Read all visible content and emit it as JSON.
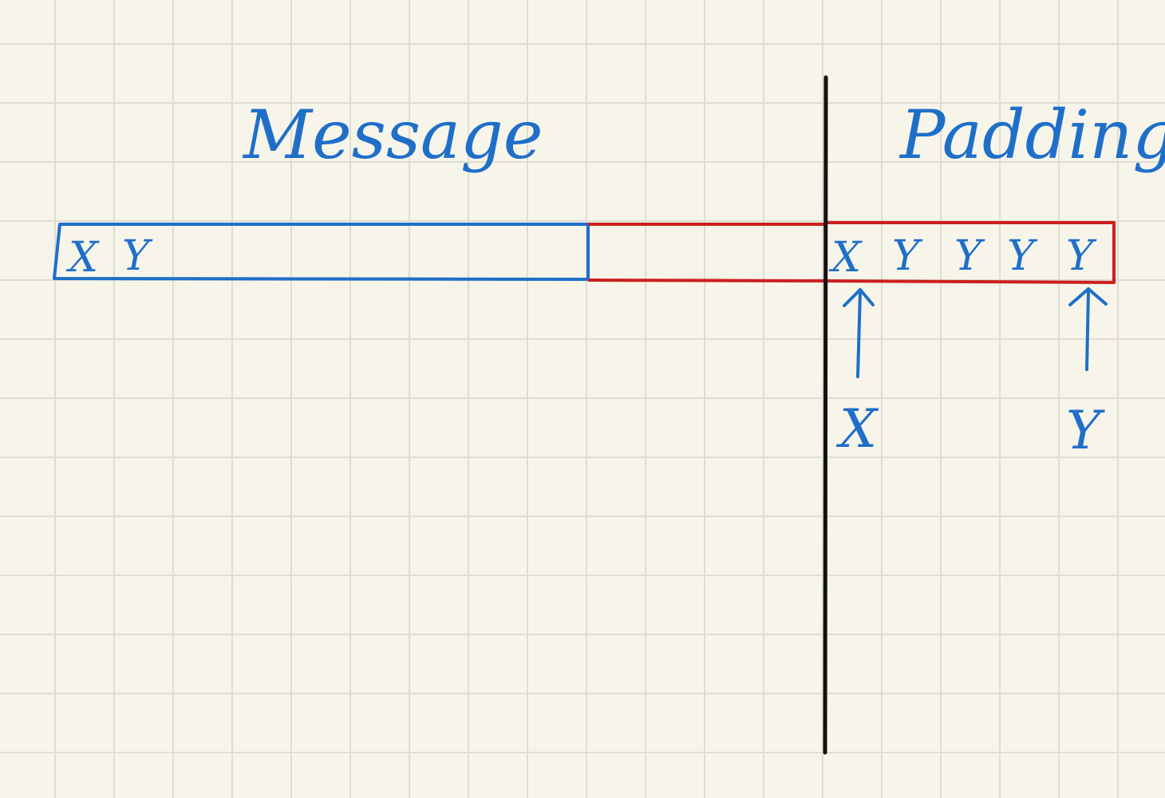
{
  "labels": {
    "message": "Message",
    "padding": "Padding"
  },
  "message_box": {
    "letters": [
      "X",
      "Y"
    ]
  },
  "padding_box": {
    "letters": [
      "X",
      "Y",
      "Y",
      "Y",
      "Y"
    ]
  },
  "pointers": {
    "x_label": "X",
    "y_label": "Y"
  },
  "colors": {
    "paper": "#f7f5ea",
    "grid": "#deddd1",
    "blue_ink": "#1f6fc9",
    "red_ink": "#cc1f1f",
    "black_ink": "#111111"
  }
}
